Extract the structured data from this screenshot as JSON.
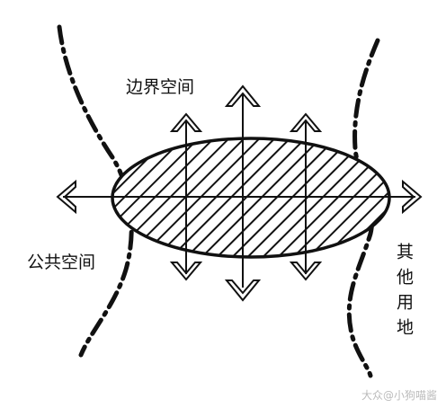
{
  "labels": {
    "edge_space": "边界空间",
    "public_space": "公共空间",
    "other_land": "其他用地"
  },
  "watermark": "大众@小狗喵酱",
  "colors": {
    "stroke": "#111111",
    "background": "#ffffff",
    "watermark": "#bbbbbb"
  }
}
